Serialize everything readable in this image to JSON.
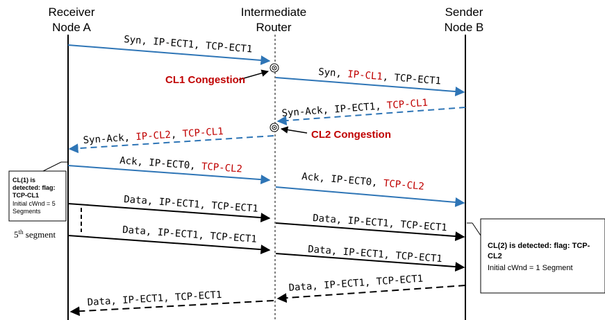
{
  "colors": {
    "blue": "#2e75b6",
    "red": "#c00000",
    "congestion_red": "#c00000",
    "black": "#000000"
  },
  "nodes": {
    "receiver": {
      "line1": "Receiver",
      "line2": "Node A"
    },
    "router": {
      "line1": "Intermediate",
      "line2": "Router"
    },
    "sender": {
      "line1": "Sender",
      "line2": "Node B"
    }
  },
  "congestion": {
    "cl1": "CL1 Congestion",
    "cl2": "CL2 Congestion"
  },
  "messages": [
    {
      "id": "syn-a-r",
      "parts": [
        {
          "t": "Syn, IP-ECT1, TCP-ECT1",
          "c": "black"
        }
      ]
    },
    {
      "id": "syn-r-b",
      "parts": [
        {
          "t": "Syn, ",
          "c": "black"
        },
        {
          "t": "IP-CL1",
          "c": "red"
        },
        {
          "t": ", TCP-ECT1",
          "c": "black"
        }
      ]
    },
    {
      "id": "synack-b-r",
      "parts": [
        {
          "t": "Syn-Ack, IP-ECT1, ",
          "c": "black"
        },
        {
          "t": "TCP-CL1",
          "c": "red"
        }
      ]
    },
    {
      "id": "synack-r-a",
      "parts": [
        {
          "t": "Syn-Ack, ",
          "c": "black"
        },
        {
          "t": "IP-CL2",
          "c": "red"
        },
        {
          "t": ", ",
          "c": "black"
        },
        {
          "t": "TCP-CL1",
          "c": "red"
        }
      ]
    },
    {
      "id": "ack-a-r",
      "parts": [
        {
          "t": "Ack, IP-ECT0, ",
          "c": "black"
        },
        {
          "t": "TCP-CL2",
          "c": "red"
        }
      ]
    },
    {
      "id": "ack-r-b",
      "parts": [
        {
          "t": "Ack, IP-ECT0, ",
          "c": "black"
        },
        {
          "t": "TCP-CL2",
          "c": "red"
        }
      ]
    },
    {
      "id": "data1-a-r",
      "parts": [
        {
          "t": "Data, IP-ECT1, TCP-ECT1",
          "c": "black"
        }
      ]
    },
    {
      "id": "data1-r-b",
      "parts": [
        {
          "t": "Data, IP-ECT1, TCP-ECT1",
          "c": "black"
        }
      ]
    },
    {
      "id": "data2-a-r",
      "parts": [
        {
          "t": "Data, IP-ECT1, TCP-ECT1",
          "c": "black"
        }
      ]
    },
    {
      "id": "data2-r-b",
      "parts": [
        {
          "t": "Data, IP-ECT1, TCP-ECT1",
          "c": "black"
        }
      ]
    },
    {
      "id": "data3-b-r",
      "parts": [
        {
          "t": "Data, IP-ECT1, TCP-ECT1",
          "c": "black"
        }
      ]
    },
    {
      "id": "data3-r-a",
      "parts": [
        {
          "t": "Data, IP-ECT1, TCP-ECT1",
          "c": "black"
        }
      ]
    }
  ],
  "notes": {
    "left": {
      "bold_lines": [
        "CL(1) is",
        "detected: flag:",
        "TCP-CL1"
      ],
      "normal_lines": [
        "Initial cWnd = 5",
        "Segments"
      ]
    },
    "right": {
      "bold_lines": [
        "CL(2) is detected: flag: TCP-",
        "CL2"
      ],
      "normal_lines": [
        "Initial cWnd = 1 Segment"
      ]
    }
  },
  "segment_label": {
    "number": "5",
    "sup": "th",
    "rest": " segment"
  }
}
